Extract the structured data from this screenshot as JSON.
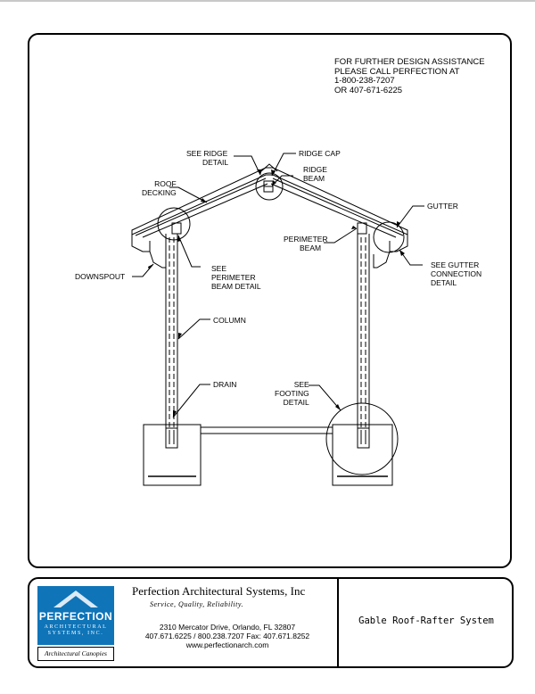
{
  "note": {
    "line1": "FOR FURTHER DESIGN ASSISTANCE",
    "line2": "PLEASE CALL PERFECTION AT",
    "line3": "1-800-238-7207",
    "line4": "OR 407-671-6225"
  },
  "labels": {
    "see_ridge_detail_1": "SEE RIDGE",
    "see_ridge_detail_2": "DETAIL",
    "ridge_cap": "RIDGE CAP",
    "ridge_beam_1": "RIDGE",
    "ridge_beam_2": "BEAM",
    "roof_decking_1": "ROOF",
    "roof_decking_2": "DECKING",
    "gutter": "GUTTER",
    "perimeter_beam_1": "PERIMETER",
    "perimeter_beam_2": "BEAM",
    "downspout": "DOWNSPOUT",
    "see_perimeter_1": "SEE",
    "see_perimeter_2": "PERIMETER",
    "see_perimeter_3": "BEAM DETAIL",
    "see_gutter_1": "SEE GUTTER",
    "see_gutter_2": "CONNECTION",
    "see_gutter_3": "DETAIL",
    "column": "COLUMN",
    "drain": "DRAIN",
    "see_footing_1": "SEE",
    "see_footing_2": "FOOTING",
    "see_footing_3": "DETAIL"
  },
  "title_block": {
    "logo_word": "PERFECTION",
    "logo_sub_1": "ARCHITECTURAL",
    "logo_sub_2": "SYSTEMS, INC.",
    "logo_tagline": "Architectural Canopies",
    "company": "Perfection Architectural Systems, Inc",
    "tagline": "Service, Quality, Reliability.",
    "address": "2310 Mercator Drive, Orlando, FL 32807",
    "phones": "407.671.6225 / 800.238.7207  Fax: 407.671.8252",
    "website": "www.perfectionarch.com",
    "system_title": "Gable Roof-Rafter System"
  },
  "colors": {
    "logo_blue": "#0f74b8",
    "line": "#000000"
  }
}
